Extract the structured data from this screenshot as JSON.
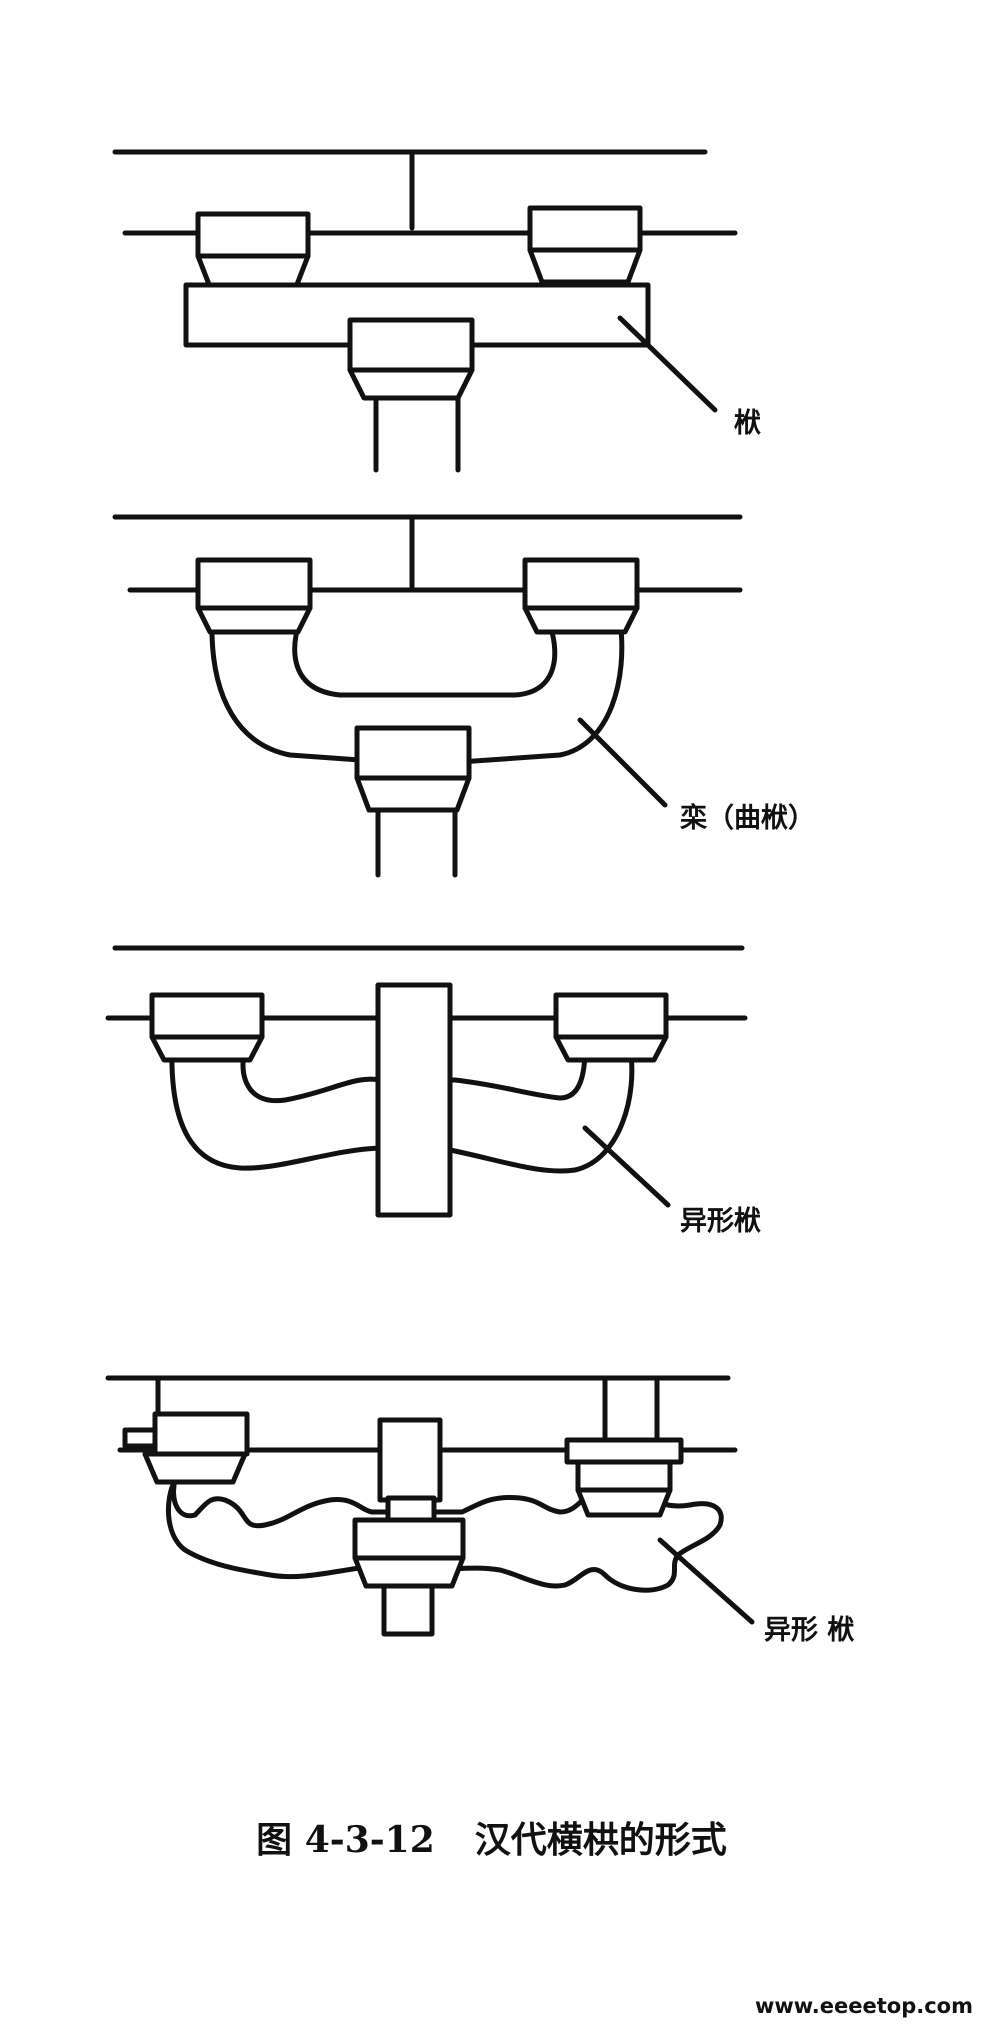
{
  "labels": {
    "bracket_1": "栿",
    "bracket_2": "栾（曲栿）",
    "bracket_3": "异形栿",
    "bracket_4": "异形 栿"
  },
  "caption": {
    "number": "图 4-3-12",
    "title": "汉代横栱的形式"
  },
  "watermark": "www.eeeetop.com",
  "colors": {
    "ink": "#111111",
    "paper": "#ffffff"
  }
}
